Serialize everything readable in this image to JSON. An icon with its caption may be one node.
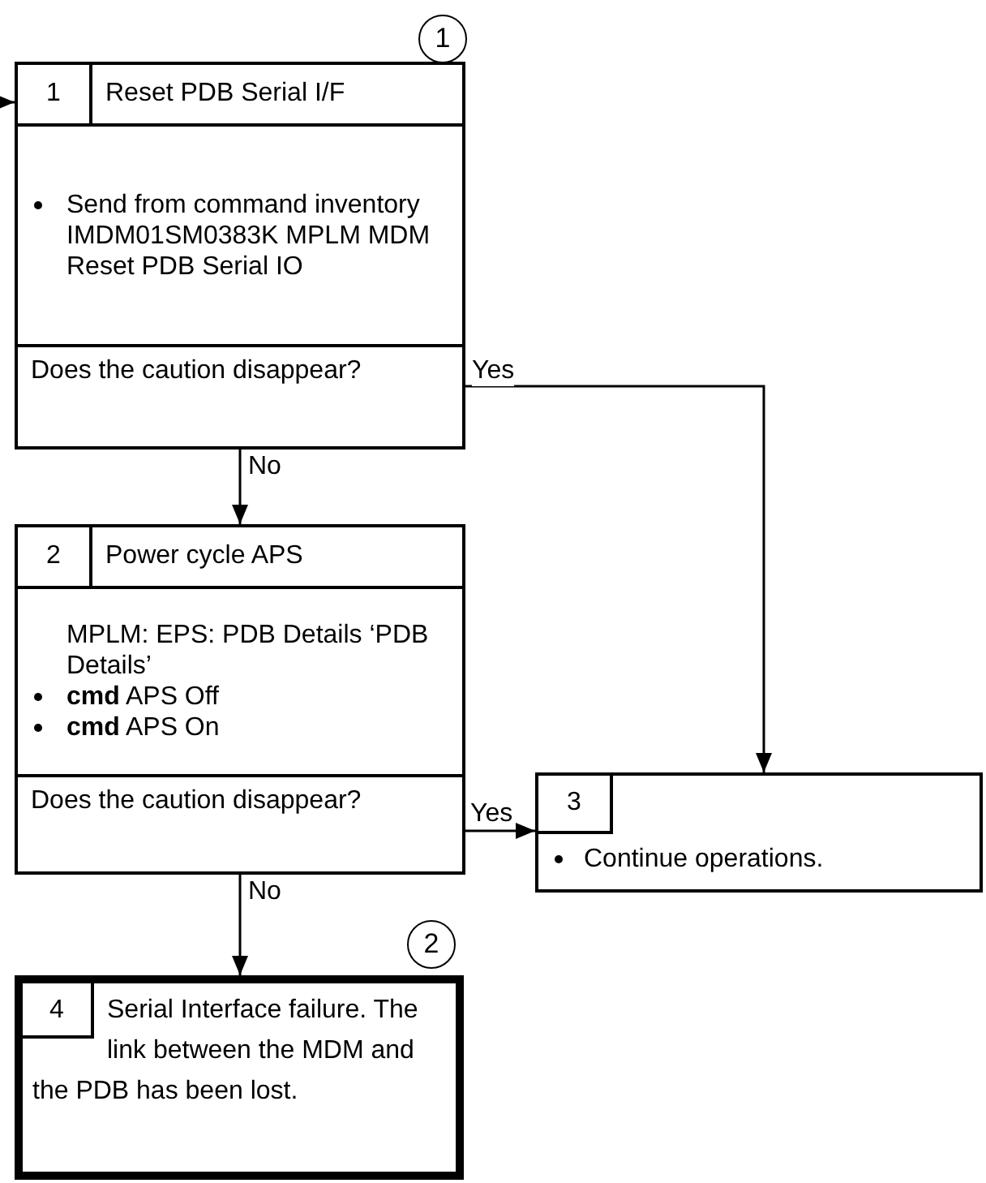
{
  "diagram": {
    "nodes": [
      {
        "text": [
          "1",
          "Reset PDB Serial I/F",
          "Send from command inventory IMDM01SM0383K MPLM MDM Reset PDB Serial IO",
          "Does the caution disappear?"
        ],
        "beside": [
          "1"
        ]
      },
      {
        "text": [
          "2",
          "Power cycle APS",
          "MPLM: EPS: PDB Details ‘PDB Details’",
          "**cmd** APS Off",
          "**cmd** APS On",
          "Does the caution disappear?"
        ]
      },
      {
        "text": [
          "3",
          "Continue operations."
        ]
      },
      {
        "text": [
          "4",
          "Serial Interface failure.  The link between the MDM and the PDB has been lost."
        ],
        "beside": [
          "2"
        ]
      }
    ],
    "edges": [
      {
        "from": null,
        "to": 0,
        "arrow": "to"
      },
      {
        "from": 0,
        "to": 2,
        "arrow": "to",
        "label": "Yes"
      },
      {
        "from": 0,
        "to": 1,
        "arrow": "to",
        "label": "No"
      },
      {
        "from": 1,
        "to": 2,
        "arrow": "to",
        "label": "Yes"
      },
      {
        "from": 1,
        "to": 3,
        "arrow": "to",
        "label": "No"
      }
    ]
  }
}
